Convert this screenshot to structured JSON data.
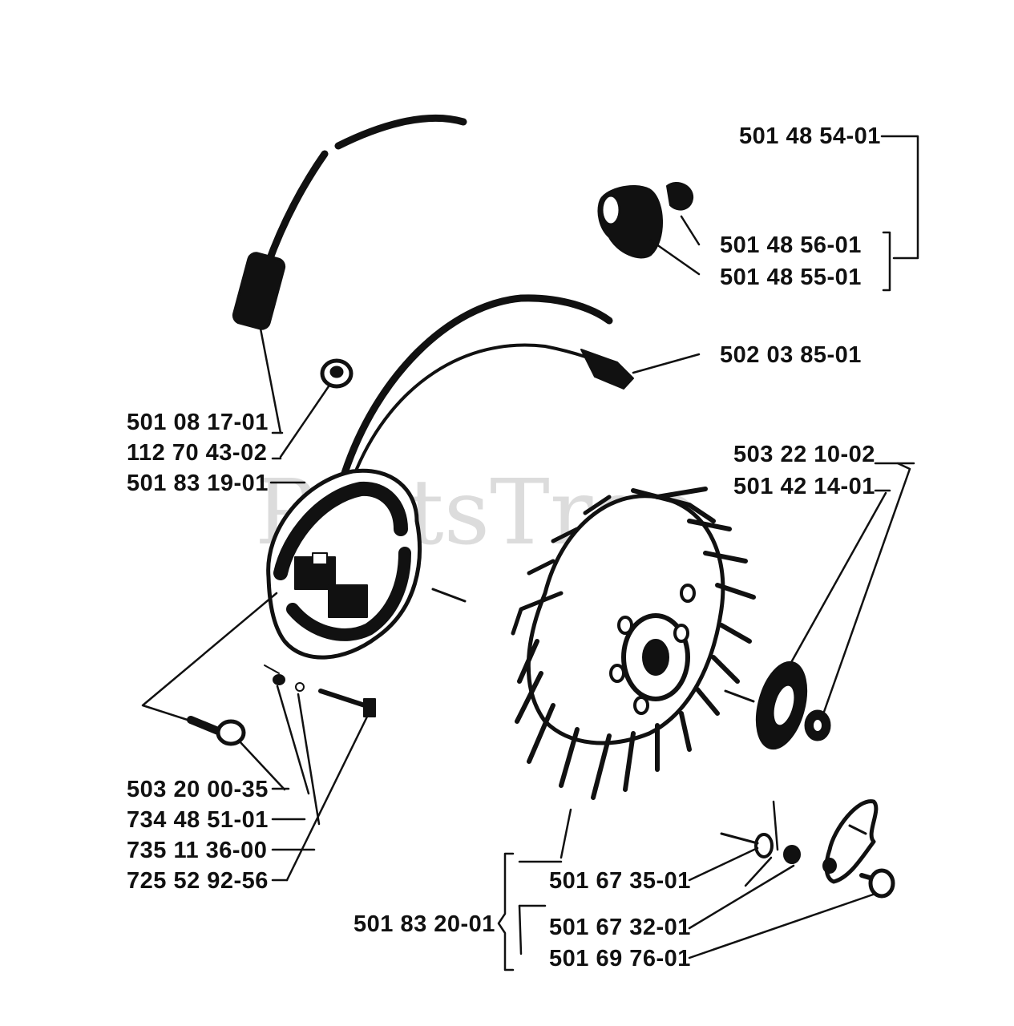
{
  "watermark": "PartsTree",
  "colors": {
    "ink": "#111111",
    "watermark": "#d7d7d7",
    "background": "#ffffff"
  },
  "labels": {
    "p501485401": "501 48 54-01",
    "p501485601": "501 48 56-01",
    "p501485501": "501 48 55-01",
    "p502038501": "502 03 85-01",
    "p501081701": "501 08 17-01",
    "p112704302": "112 70 43-02",
    "p501831901": "501 83 19-01",
    "p503221002": "503 22 10-02",
    "p501421401": "501 42 14-01",
    "p503200035": "503 20 00-35",
    "p734485101": "734 48 51-01",
    "p735113600": "735 11 36-00",
    "p725529256": "725 52 92-56",
    "p501673501": "501 67 35-01",
    "p501832001": "501 83 20-01",
    "p501673201": "501 67 32-01",
    "p501697601": "501 69 76-01"
  }
}
